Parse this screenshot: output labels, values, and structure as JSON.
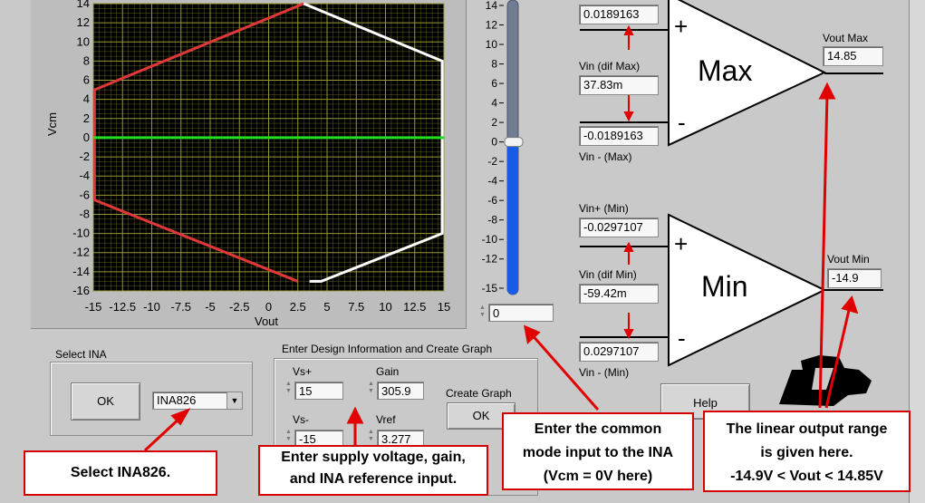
{
  "chart_data": {
    "type": "line",
    "title": "",
    "xlabel": "Vout",
    "ylabel": "Vcm",
    "xlim": [
      -15,
      15
    ],
    "ylim": [
      -16,
      14
    ],
    "x_ticks": [
      "-15",
      "-12.5",
      "-10",
      "-7.5",
      "-5",
      "-2.5",
      "0",
      "2.5",
      "5",
      "7.5",
      "10",
      "12.5",
      "15"
    ],
    "y_ticks": [
      "14",
      "12",
      "10",
      "8",
      "6",
      "4",
      "2",
      "0",
      "-2",
      "-4",
      "-6",
      "-8",
      "-10",
      "-12",
      "-14",
      "-16"
    ],
    "grid": true,
    "series": [
      {
        "color": "#e03838",
        "points": [
          [
            -14.9,
            -6.5
          ],
          [
            -14.9,
            5
          ],
          [
            3,
            14
          ]
        ]
      },
      {
        "color": "#e03838",
        "points": [
          [
            -14.9,
            -6.5
          ],
          [
            2.5,
            -15
          ]
        ]
      },
      {
        "color": "#ffffff",
        "points": [
          [
            3,
            14
          ],
          [
            14.85,
            8
          ],
          [
            14.85,
            -10
          ],
          [
            4.5,
            -15
          ],
          [
            3.5,
            -15
          ]
        ]
      },
      {
        "color": "#22dd22",
        "points": [
          [
            -15,
            0
          ],
          [
            15,
            0
          ]
        ]
      }
    ]
  },
  "slider": {
    "ticks": [
      "14",
      "12",
      "10",
      "8",
      "6",
      "4",
      "2",
      "0",
      "-2",
      "-4",
      "-6",
      "-8",
      "-10",
      "-12",
      "-15"
    ],
    "value": 0,
    "range": [
      -15,
      15
    ],
    "value_text": "0"
  },
  "max_section": {
    "vin_plus_value": "0.0189163",
    "vin_dif_label": "Vin (dif Max)",
    "vin_dif_value": "37.83m",
    "vin_minus_value": "-0.0189163",
    "vin_minus_label": "Vin - (Max)",
    "amp_label": "Max",
    "plus_sign": "+",
    "minus_sign": "-",
    "vout_label": "Vout Max",
    "vout_value": "14.85"
  },
  "min_section": {
    "vin_plus_label": "Vin+ (Min)",
    "vin_plus_value": "-0.0297107",
    "vin_dif_label": "Vin (dif Min)",
    "vin_dif_value": "-59.42m",
    "vin_minus_value": "0.0297107",
    "vin_minus_label": "Vin - (Min)",
    "amp_label": "Min",
    "plus_sign": "+",
    "minus_sign": "-",
    "vout_label": "Vout Min",
    "vout_value": "-14.9"
  },
  "select_ina": {
    "title": "Select INA",
    "ok_label": "OK",
    "selected": "INA826"
  },
  "design": {
    "title": "Enter Design Information and Create Graph",
    "vs_plus_label": "Vs+",
    "vs_plus_value": "15",
    "vs_minus_label": "Vs-",
    "vs_minus_value": "-15",
    "gain_label": "Gain",
    "gain_value": "305.9",
    "vref_label": "Vref",
    "vref_value": "3.277",
    "create_graph_label": "Create Graph",
    "ok_label": "OK"
  },
  "help_label": "Help",
  "callouts": {
    "select": "Select INA826.",
    "supply": [
      "Enter supply voltage, gain,",
      "and INA reference input."
    ],
    "common": [
      "Enter the common",
      "mode input to the INA",
      "(Vcm = 0V here)"
    ],
    "range": [
      "The linear output range",
      "is given here.",
      "-14.9V < Vout < 14.85V"
    ]
  },
  "colors": {
    "accent": "#e00000",
    "plot_bg": "#000000",
    "grid": "#a7a738",
    "slider_fill": "#1a5ae8"
  }
}
